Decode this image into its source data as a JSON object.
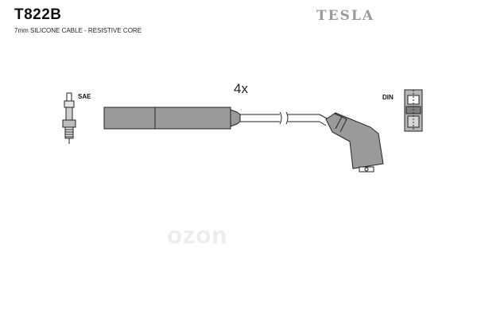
{
  "header": {
    "part_number": "T822B",
    "subtitle": "7mm SILICONE CABLE - RESISTIVE CORE",
    "brand": "TESLA"
  },
  "diagram": {
    "quantity": "4x",
    "left_connector_label": "SAE",
    "right_connector_label": "DIN"
  },
  "watermark": "ozon",
  "colors": {
    "boot_fill": "#9a9a9a",
    "line": "#222222",
    "brand_gray": "#9a9a9a"
  }
}
